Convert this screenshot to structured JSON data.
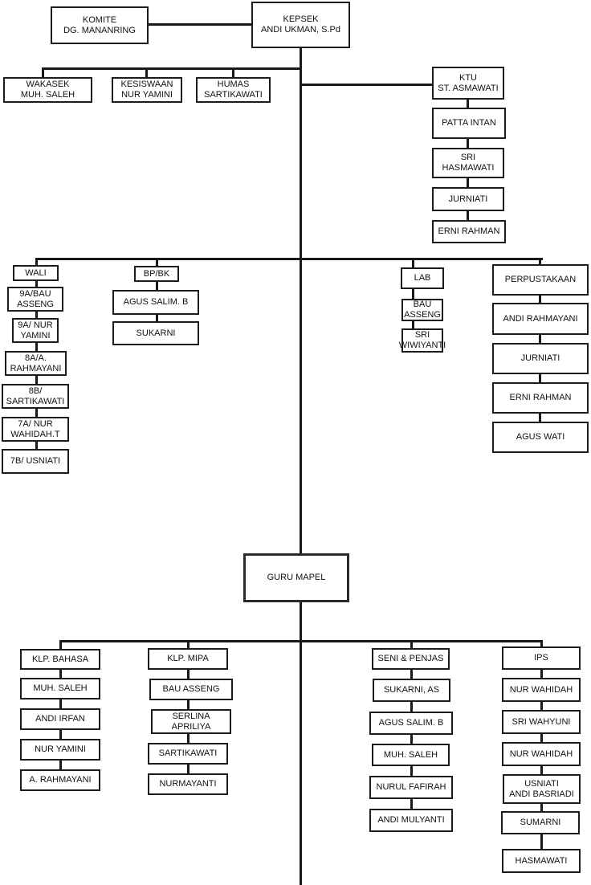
{
  "org": {
    "komite": "KOMITE\nDG. MANANRING",
    "kepsek": "KEPSEK\nANDI UKMAN, S.Pd",
    "staff": [
      "WAKASEK\nMUH. SALEH",
      "KESISWAAN\nNUR YAMINI",
      "HUMAS\nSARTIKAWATI"
    ],
    "ktu": [
      "KTU\nST. ASMAWATI",
      "PATTA INTAN",
      "SRI\nHASMAWATI",
      "JURNIATI",
      "ERNI RAHMAN"
    ],
    "wali": [
      "WALI",
      "9A/BAU\nASSENG",
      "9A/ NUR\nYAMINI",
      "8A/A.\nRAHMAYANI",
      "8B/\nSARTIKAWATI",
      "7A/ NUR\nWAHIDAH.T",
      "7B/ USNIATI"
    ],
    "bpbk": [
      "BP/BK",
      "AGUS SALIM. B",
      "SUKARNI"
    ],
    "lab": [
      "LAB",
      "BAU\nASSENG",
      "SRI\nWIWIYANTI"
    ],
    "perpustakaan": [
      "PERPUSTAKAAN",
      "ANDI RAHMAYANI",
      "JURNIATI",
      "ERNI RAHMAN",
      "AGUS WATI"
    ],
    "guru_mapel": "GURU MAPEL",
    "bahasa": [
      "KLP. BAHASA",
      "MUH. SALEH",
      "ANDI IRFAN",
      "NUR YAMINI",
      "A. RAHMAYANI"
    ],
    "mipa": [
      "KLP.  MIPA",
      "BAU ASSENG",
      "SERLINA\nAPRILIYA",
      "SARTIKAWATI",
      "NURMAYANTI"
    ],
    "seni_penjas": [
      "SENI & PENJAS",
      "SUKARNI, AS",
      "AGUS SALIM. B",
      "MUH. SALEH",
      "NURUL FAFIRAH",
      "ANDI MULYANTI"
    ],
    "ips": [
      "IPS",
      "NUR WAHIDAH",
      "SRI WAHYUNI",
      "NUR WAHIDAH",
      "USNIATI\nANDI BASRIADI",
      "SUMARNI",
      "HASMAWATI"
    ]
  }
}
